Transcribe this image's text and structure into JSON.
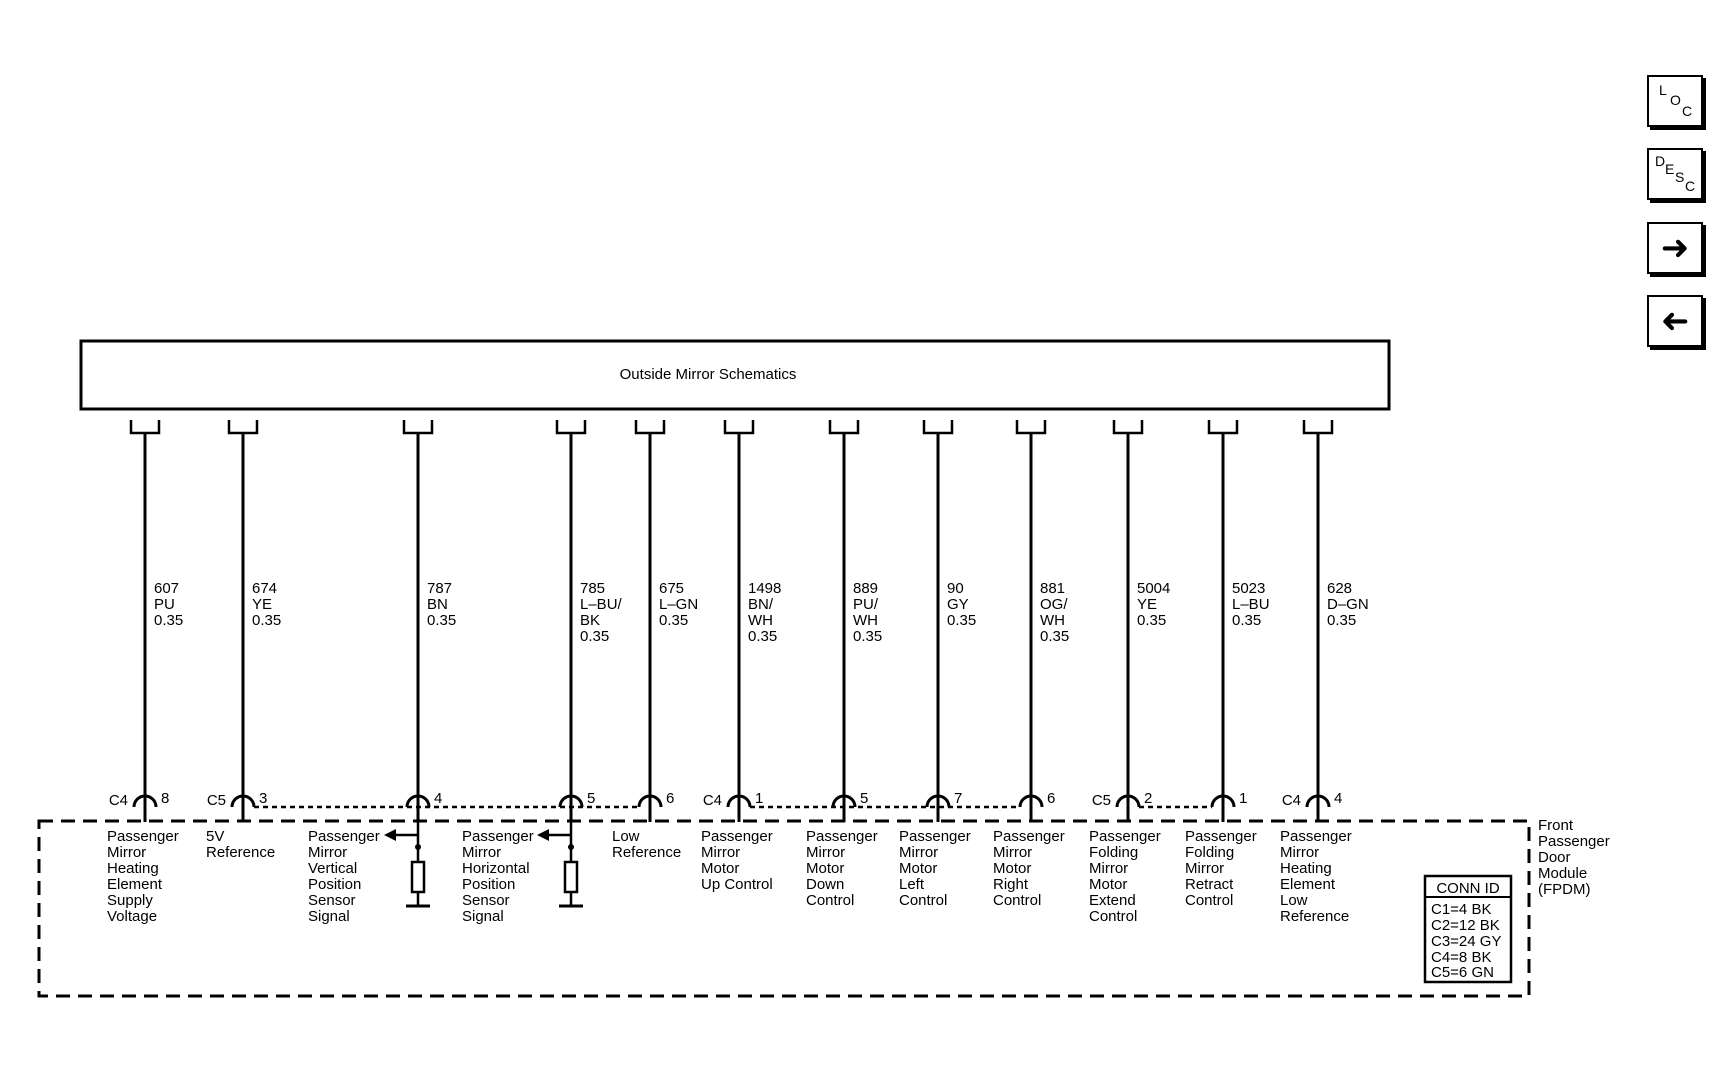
{
  "schematic_block": {
    "title": "Outside Mirror Schematics"
  },
  "module": {
    "name_lines": [
      "Front",
      "Passenger",
      "Door",
      "Module",
      "(FPDM)"
    ]
  },
  "conn_table": {
    "header": "CONN ID",
    "rows": [
      "C1=4 BK",
      "C2=12 BK",
      "C3=24 GY",
      "C4=8 BK",
      "C5=6 GN"
    ]
  },
  "nav": {
    "loc": [
      "L",
      "O",
      "C"
    ],
    "desc": [
      "D",
      "E",
      "S",
      "C"
    ],
    "forward_icon": "arrow-right-icon",
    "back_icon": "arrow-left-icon"
  },
  "circuits": [
    {
      "circuit": "607",
      "color": [
        "PU"
      ],
      "gauge": "0.35",
      "connector": "C4",
      "pin": "8",
      "label": [
        "Passenger",
        "Mirror",
        "Heating",
        "Element",
        "Supply",
        "Voltage"
      ]
    },
    {
      "circuit": "674",
      "color": [
        "YE"
      ],
      "gauge": "0.35",
      "connector": "C5",
      "pin": "3",
      "label": [
        "5V",
        "Reference"
      ]
    },
    {
      "circuit": "787",
      "color": [
        "BN"
      ],
      "gauge": "0.35",
      "connector": "",
      "pin": "4",
      "label": [
        "Passenger",
        "Mirror",
        "Vertical",
        "Position",
        "Sensor",
        "Signal"
      ]
    },
    {
      "circuit": "785",
      "color": [
        "L–BU/",
        "BK"
      ],
      "gauge": "0.35",
      "connector": "",
      "pin": "5",
      "label": [
        "Passenger",
        "Mirror",
        "Horizontal",
        "Position",
        "Sensor",
        "Signal"
      ]
    },
    {
      "circuit": "675",
      "color": [
        "L–GN"
      ],
      "gauge": "0.35",
      "connector": "",
      "pin": "6",
      "label": [
        "Low",
        "Reference"
      ]
    },
    {
      "circuit": "1498",
      "color": [
        "BN/",
        "WH"
      ],
      "gauge": "0.35",
      "connector": "C4",
      "pin": "1",
      "label": [
        "Passenger",
        "Mirror",
        "Motor",
        "Up Control"
      ]
    },
    {
      "circuit": "889",
      "color": [
        "PU/",
        "WH"
      ],
      "gauge": "0.35",
      "connector": "",
      "pin": "5",
      "label": [
        "Passenger",
        "Mirror",
        "Motor",
        "Down",
        "Control"
      ]
    },
    {
      "circuit": "90",
      "color": [
        "GY"
      ],
      "gauge": "0.35",
      "connector": "",
      "pin": "7",
      "label": [
        "Passenger",
        "Mirror",
        "Motor",
        "Left",
        "Control"
      ]
    },
    {
      "circuit": "881",
      "color": [
        "OG/",
        "WH"
      ],
      "gauge": "0.35",
      "connector": "",
      "pin": "6",
      "label": [
        "Passenger",
        "Mirror",
        "Motor",
        "Right",
        "Control"
      ]
    },
    {
      "circuit": "5004",
      "color": [
        "YE"
      ],
      "gauge": "0.35",
      "connector": "C5",
      "pin": "2",
      "label": [
        "Passenger",
        "Folding",
        "Mirror",
        "Motor",
        "Extend",
        "Control"
      ]
    },
    {
      "circuit": "5023",
      "color": [
        "L–BU"
      ],
      "gauge": "0.35",
      "connector": "",
      "pin": "1",
      "label": [
        "Passenger",
        "Folding",
        "Mirror",
        "Retract",
        "Control"
      ]
    },
    {
      "circuit": "628",
      "color": [
        "D–GN"
      ],
      "gauge": "0.35",
      "connector": "C4",
      "pin": "4",
      "label": [
        "Passenger",
        "Mirror",
        "Heating",
        "Element",
        "Low",
        "Reference"
      ]
    }
  ]
}
